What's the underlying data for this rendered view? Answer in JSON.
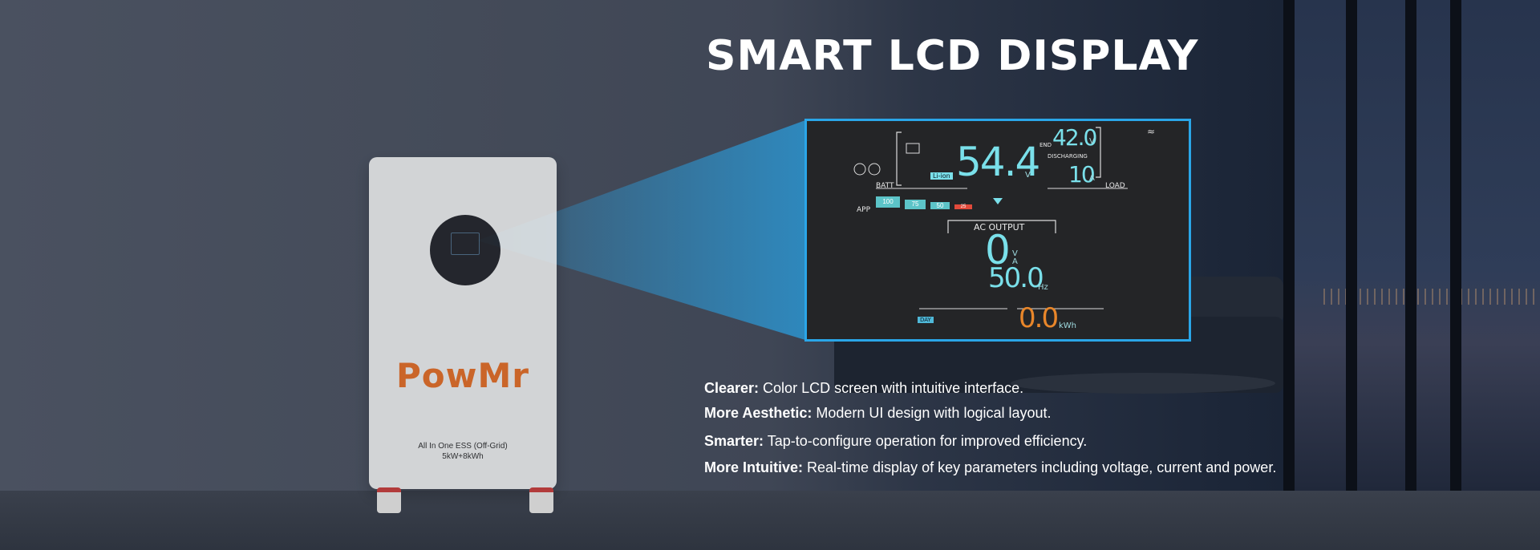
{
  "heading": "SMART LCD DISPLAY",
  "product": {
    "brand": "PowMr",
    "model_line1": "All In One ESS (Off-Grid)",
    "model_line2": "5kW+8kWh"
  },
  "lcd": {
    "battery_voltage": "54.4",
    "battery_voltage_unit": "V",
    "end_label": "END",
    "end_value": "42.0",
    "end_unit": "V",
    "discharging_label": "DISCHARGING",
    "discharge_current": "10",
    "discharge_unit": "A",
    "battery_type": "Li-ion",
    "batt_label": "BATT",
    "load_label": "LOAD",
    "app_label": "APP",
    "battery_levels": [
      "100",
      "75",
      "50",
      "25"
    ],
    "ac_output_label": "AC OUTPUT",
    "output_value": "0",
    "output_unit_v": "V",
    "output_unit_a": "A",
    "frequency": "50.0",
    "frequency_unit": "Hz",
    "day_label": "DAY",
    "energy": "0.0",
    "energy_unit": "kWh"
  },
  "features": [
    {
      "label": "Clearer:",
      "text": " Color LCD screen with intuitive interface."
    },
    {
      "label": "More Aesthetic:",
      "text": " Modern UI design with logical layout."
    },
    {
      "label": "Smarter:",
      "text": " Tap-to-configure operation for improved efficiency."
    },
    {
      "label": "More Intuitive:",
      "text": " Real-time display of key parameters including voltage, current and power."
    }
  ],
  "colors": {
    "accent_blue": "#2aa6e8",
    "brand_orange": "#e86b1f",
    "lcd_cyan": "#7ae0ea",
    "energy_orange": "#e8862a"
  }
}
